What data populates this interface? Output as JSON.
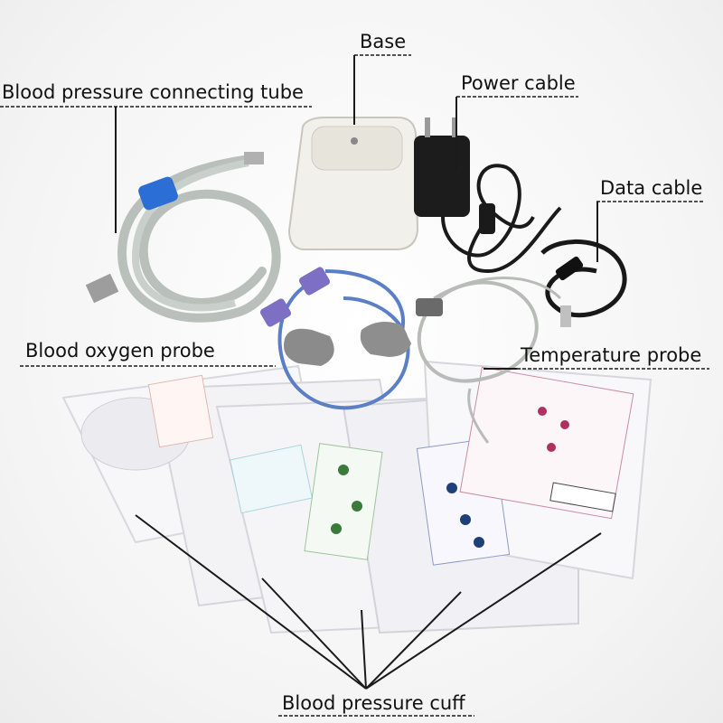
{
  "labels": {
    "base": "Base",
    "connecting_tube": "Blood pressure connecting tube",
    "power_cable": "Power cable",
    "data_cable": "Data cable",
    "oxygen_probe": "Blood oxygen probe",
    "temperature_probe": "Temperature probe",
    "cuff": "Blood pressure cuff"
  },
  "colors": {
    "tube_gray": "#b9c0bc",
    "velcro_blue": "#2b6fd6",
    "probe_purple": "#7d6fc4",
    "probe_blue_cable": "#5b7fc6",
    "cable_black": "#1a1a1a",
    "base_white": "#f2f0eb",
    "cuff_bag": "#f7f7f9"
  }
}
